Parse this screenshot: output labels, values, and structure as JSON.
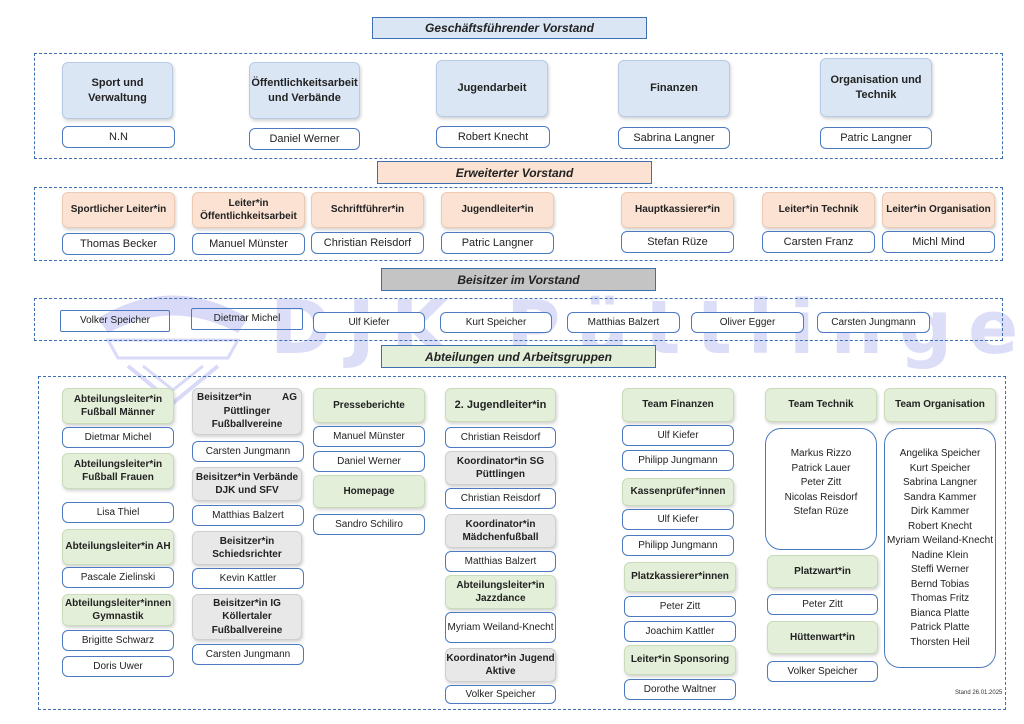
{
  "watermark": {
    "club_name": "DJK Püttlingen"
  },
  "sections": {
    "gf": "Geschäftsführender Vorstand",
    "ev": "Erweiterter Vorstand",
    "bv": "Beisitzer im Vorstand",
    "aa": "Abteilungen und Arbeitsgruppen"
  },
  "gf": [
    {
      "role": "Sport und Verwaltung",
      "name": "N.N"
    },
    {
      "role": "Öffentlichkeitsarbeit und Verbände",
      "name": "Daniel Werner"
    },
    {
      "role": "Jugendarbeit",
      "name": "Robert Knecht"
    },
    {
      "role": "Finanzen",
      "name": "Sabrina Langner"
    },
    {
      "role": "Organisation und Technik",
      "name": "Patric Langner"
    }
  ],
  "ev": [
    {
      "role": "Sportlicher Leiter*in",
      "name": "Thomas Becker"
    },
    {
      "role": "Leiter*in Öffentlichkeitsarbeit",
      "name": "Manuel Münster"
    },
    {
      "role": "Schriftführer*in",
      "name": "Christian Reisdorf"
    },
    {
      "role": "Jugendleiter*in",
      "name": "Patric Langner"
    },
    {
      "role": "Hauptkassierer*in",
      "name": "Stefan Rüze"
    },
    {
      "role": "Leiter*in Technik",
      "name": "Carsten Franz"
    },
    {
      "role": "Leiter*in Organisation",
      "name": "Michl Mind"
    }
  ],
  "bv": [
    "Volker Speicher",
    "Dietmar Michel",
    "Ulf Kiefer",
    "Kurt Speicher",
    "Matthias Balzert",
    "Oliver Egger",
    "Carsten Jungmann"
  ],
  "col1": {
    "r1": "Abteilungsleiter*in Fußball Männer",
    "n1": "Dietmar Michel",
    "r2": "Abteilungsleiter*in Fußball Frauen",
    "n2": "Lisa Thiel",
    "r3": "Abteilungsleiter*in AH",
    "n3": "Pascale Zielinski",
    "r4": "Abteilungsleiter*innen Gymnastik",
    "n4a": "Brigitte Schwarz",
    "n4b": "Doris Uwer"
  },
  "col2": {
    "r1a": "Beisitzer*in",
    "r1b": "AG",
    "r1c": "Püttlinger Fußballvereine",
    "n1": "Carsten Jungmann",
    "r2": "Beisitzer*in Verbände DJK und SFV",
    "n2": "Matthias Balzert",
    "r3": "Beisitzer*in Schiedsrichter",
    "n3": "Kevin Kattler",
    "r4": "Beisitzer*in IG Köllertaler Fußballvereine",
    "n4": "Carsten Jungmann"
  },
  "col3": {
    "r1": "Presseberichte",
    "n1a": "Manuel Münster",
    "n1b": "Daniel Werner",
    "r2": "Homepage",
    "n2": "Sandro Schiliro"
  },
  "col4": {
    "r1": "2. Jugendleiter*in",
    "n1": "Christian Reisdorf",
    "r2": "Koordinator*in SG Püttlingen",
    "n2": "Christian Reisdorf",
    "r3": "Koordinator*in Mädchenfußball",
    "n3": "Matthias Balzert",
    "r4": "Abteilungsleiter*in Jazzdance",
    "n4": "Myriam Weiland-Knecht",
    "r5": "Koordinator*in Jugend Aktive",
    "n5": "Volker Speicher"
  },
  "col5": {
    "r1": "Team Finanzen",
    "n1a": "Ulf Kiefer",
    "n1b": "Philipp Jungmann",
    "r2": "Kassenprüfer*innen",
    "n2a": "Ulf Kiefer",
    "n2b": "Philipp Jungmann",
    "r3": "Platzkassierer*innen",
    "n3a": "Peter Zitt",
    "n3b": "Joachim Kattler",
    "r4": "Leiter*in Sponsoring",
    "n4": "Dorothe Waltner"
  },
  "col6": {
    "r1": "Team Technik",
    "members": [
      "Markus Rizzo",
      "Patrick Lauer",
      "Peter Zitt",
      "Nicolas Reisdorf",
      "Stefan Rüze"
    ],
    "r2": "Platzwart*in",
    "n2": "Peter Zitt",
    "r3": "Hüttenwart*in",
    "n3": "Volker Speicher"
  },
  "col7": {
    "r1": "Team Organisation",
    "members": [
      "Angelika Speicher",
      "Kurt Speicher",
      "Sabrina Langner",
      "Sandra Kammer",
      "Dirk Kammer",
      "Robert Knecht",
      "Myriam Weiland-Knecht",
      "Nadine Klein",
      "Steffi Werner",
      "Bernd Tobias",
      "Thomas Fritz",
      "Bianca Platte",
      "Patrick Platte",
      "Thorsten Heil"
    ]
  },
  "stand": "Stand 26.01.2025"
}
